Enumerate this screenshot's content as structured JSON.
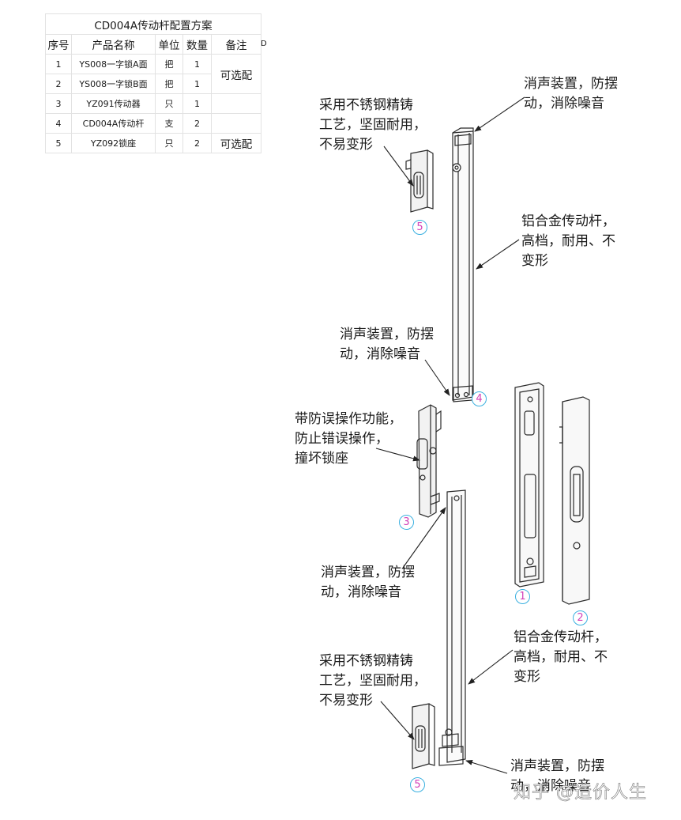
{
  "table": {
    "title": "CD004A传动杆配置方案",
    "headers": [
      "序号",
      "产品名称",
      "单位",
      "数量",
      "备注"
    ],
    "rows": [
      [
        "1",
        "YS008一字锁A面",
        "把",
        "1"
      ],
      [
        "2",
        "YS008一字锁B面",
        "把",
        "1"
      ],
      [
        "3",
        "YZ091传动器",
        "只",
        "1"
      ],
      [
        "4",
        "CD004A传动杆",
        "支",
        "2"
      ],
      [
        "5",
        "YZ092锁座",
        "只",
        "2"
      ]
    ],
    "remark_rows_1_2": "可选配",
    "remark_row_5": "可选配",
    "stray_marker": "D"
  },
  "notes": {
    "silencer_top": "消声装置，防摆\n动，消除噪音",
    "cast_top": "采用不锈钢精铸\n工艺，坚固耐用，\n不易变形",
    "rod_top": "铝合金传动杆，\n高档，耐用、不\n变形",
    "silencer_mid": "消声装置，防摆\n动，消除噪音",
    "anti_misoperation": "带防误操作功能，\n防止错误操作，\n撞坏锁座",
    "silencer_lower": "消声装置，防摆\n动，消除噪音",
    "rod_bottom": "铝合金传动杆，\n高档，耐用、不\n变形",
    "cast_bottom": "采用不锈钢精铸\n工艺，坚固耐用，\n不易变形",
    "silencer_bottom": "消声装置，防摆\n动，消除噪音"
  },
  "part_numbers": {
    "seat_top": "5",
    "rod_top": "4",
    "actuator": "3",
    "lock_a": "1",
    "lock_b": "2",
    "seat_bottom": "5"
  },
  "watermark": "知乎 @造价人生",
  "colors": {
    "index_circle": "#3bb0e0",
    "index_digit": "#d33fb8",
    "line_art": "#2a2a2a"
  }
}
